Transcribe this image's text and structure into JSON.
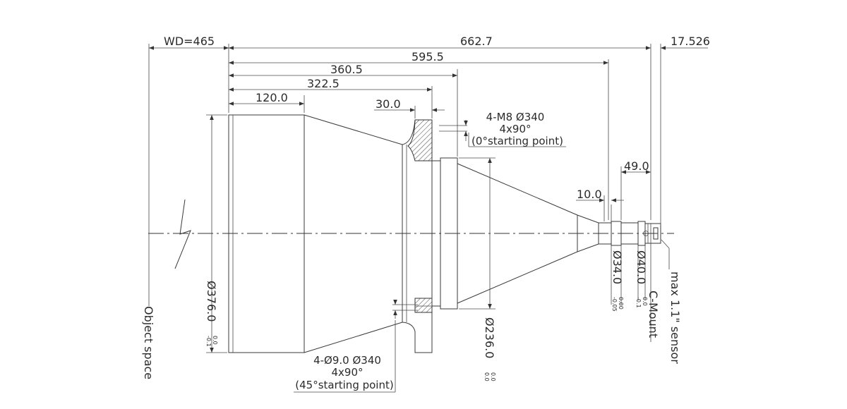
{
  "dimensions": {
    "wd": "WD=465",
    "total_length": "662.7",
    "length_595": "595.5",
    "length_360": "360.5",
    "length_322": "322.5",
    "length_120": "120.0",
    "flange_30": "30.0",
    "sensor_17": "17.526",
    "back_49": "49.0",
    "back_10": "10.0",
    "dia_376": "Ø376.0",
    "dia_236": "Ø236.0",
    "dia_40": "Ø40.0",
    "dia_34": "Ø34.0"
  },
  "tolerances": {
    "dia_376": [
      "0.0",
      "-0.1"
    ],
    "dia_236": [
      "0.0",
      "0.0"
    ],
    "dia_40": [
      "0.0",
      "-0.1"
    ],
    "dia_34": [
      "0.00",
      "-0.05"
    ]
  },
  "notes": {
    "top_hole": [
      "4-M8  Ø340",
      "4x90°",
      "(0°starting point)"
    ],
    "bottom_hole": [
      "4-Ø9.0  Ø340",
      "4x90°",
      "(45°starting point)"
    ]
  },
  "labels": {
    "object_space": "Object space",
    "c_mount": "C-Mount",
    "sensor": "max 1.1\" sensor"
  }
}
